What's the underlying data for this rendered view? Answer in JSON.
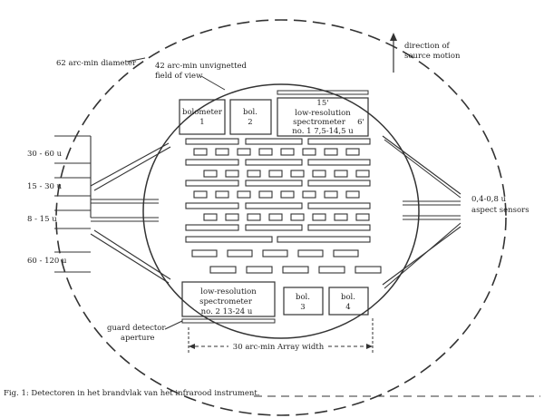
{
  "labels": {
    "outer_diameter": "62 arc-min  diameter",
    "fov_line1": "42 arc-min unvignetted",
    "fov_line2": "field of view",
    "motion_line1": "direction of",
    "motion_line2": "source motion",
    "aspect_line1": "0,4-0,8 u",
    "aspect_line2": "aspect sensors",
    "guard_line1": "guard detector",
    "guard_line2": "aperture",
    "array_width": "30 arc-min Array width",
    "band_30_60": "30 - 60 u",
    "band_15_30": "15 - 30 u",
    "band_8_15": "8 - 15 u",
    "band_60_120": "60 - 120 u"
  },
  "detectors": {
    "bolometer1_line1": "bolometer",
    "bolometer1_line2": "1",
    "bol2_line1": "bol.",
    "bol2_line2": "2",
    "spec1_top": "15'",
    "spec1_line1": "low-resolution",
    "spec1_line2": "spectrometer",
    "spec1_side": "6'",
    "spec1_line3": "no. 1  7,5-14,5 u",
    "spec2_line1": "low-resolution",
    "spec2_line2": "spectrometer",
    "spec2_line3": "no. 2   13-24 u",
    "bol3_line1": "bol.",
    "bol3_line2": "3",
    "bol4_line1": "bol.",
    "bol4_line2": "4"
  },
  "caption": "Fig. 1: Detectoren in het brandvlak van het infrarood instrument."
}
